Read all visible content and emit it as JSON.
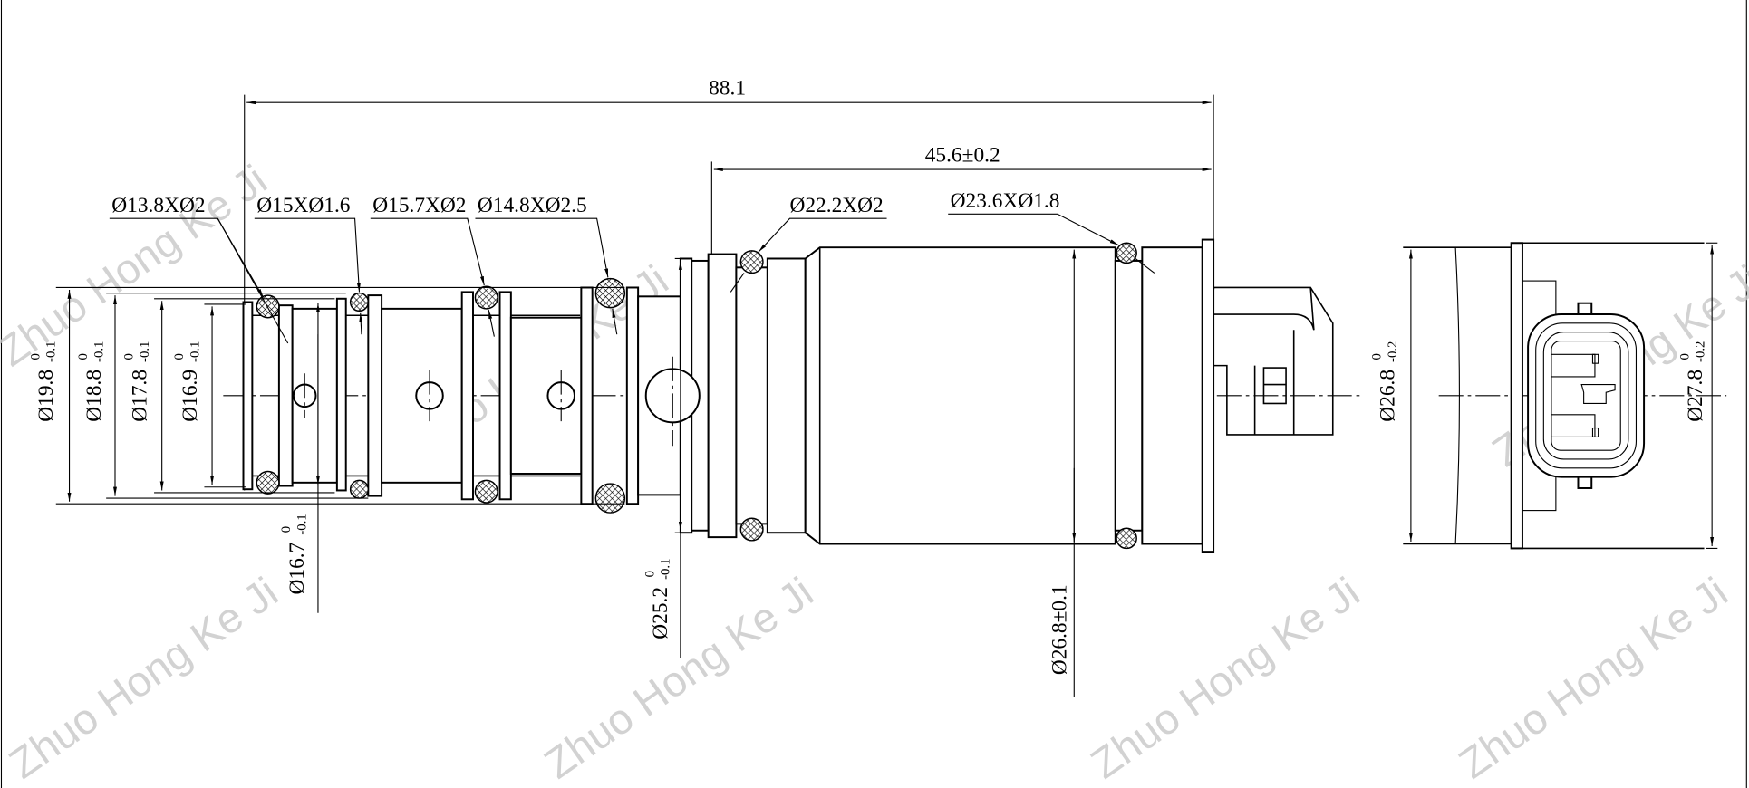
{
  "drawing": {
    "overall_length": "88.1",
    "body_length": "45.6±0.2",
    "o_rings": [
      "Ø13.8XØ2",
      "Ø15XØ1.6",
      "Ø15.7XØ2",
      "Ø14.8XØ2.5",
      "Ø22.2XØ2",
      "Ø23.6XØ1.8"
    ],
    "diameters": [
      {
        "value": "Ø19.8",
        "upper": "0",
        "lower": "-0.1"
      },
      {
        "value": "Ø18.8",
        "upper": "0",
        "lower": "-0.1"
      },
      {
        "value": "Ø17.8",
        "upper": "0",
        "lower": "-0.1"
      },
      {
        "value": "Ø16.9",
        "upper": "0",
        "lower": "-0.1"
      },
      {
        "value": "Ø16.7",
        "upper": "0",
        "lower": "-0.1"
      },
      {
        "value": "Ø25.2",
        "upper": "0",
        "lower": "-0.1"
      },
      {
        "value": "Ø26.8±0.1"
      },
      {
        "value": "Ø26.8",
        "upper": "0",
        "lower": "-0.2"
      },
      {
        "value": "Ø27.8",
        "upper": "0",
        "lower": "-0.2"
      }
    ],
    "watermark": "Zhuo Hong Ke Ji"
  }
}
